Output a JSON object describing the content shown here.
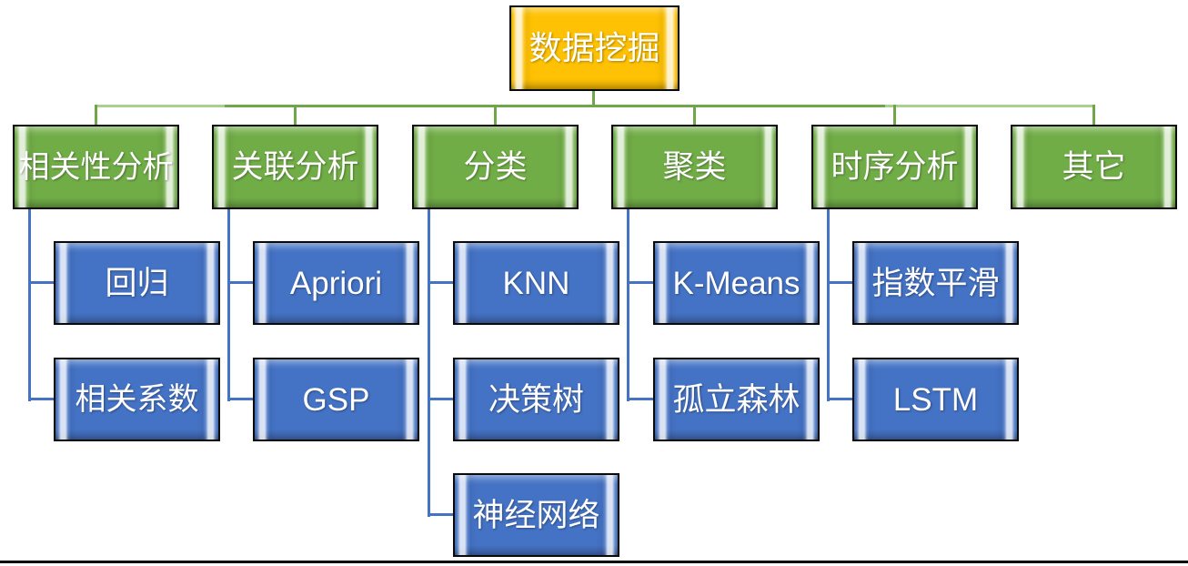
{
  "diagram": {
    "type": "hierarchy-org-chart",
    "root": {
      "label": "数据挖掘"
    },
    "branches": [
      {
        "label": "相关性分析",
        "children": [
          {
            "label": "回归"
          },
          {
            "label": "相关系数"
          }
        ]
      },
      {
        "label": "关联分析",
        "children": [
          {
            "label": "Apriori"
          },
          {
            "label": "GSP"
          }
        ]
      },
      {
        "label": "分类",
        "children": [
          {
            "label": "KNN"
          },
          {
            "label": "决策树"
          },
          {
            "label": "神经网络"
          }
        ]
      },
      {
        "label": "聚类",
        "children": [
          {
            "label": "K-Means"
          },
          {
            "label": "孤立森林"
          }
        ]
      },
      {
        "label": "时序分析",
        "children": [
          {
            "label": "指数平滑"
          },
          {
            "label": "LSTM"
          }
        ]
      },
      {
        "label": "其它",
        "children": []
      }
    ],
    "colors": {
      "root_fill": "#FFC000",
      "branch_fill": "#70AD47",
      "leaf_fill": "#4472C4",
      "branch_connector": "#70AD47",
      "leaf_connector": "#4472C4",
      "node_border": "#000000",
      "text": "#FFFFFF",
      "background": "#FFFFFF"
    }
  }
}
